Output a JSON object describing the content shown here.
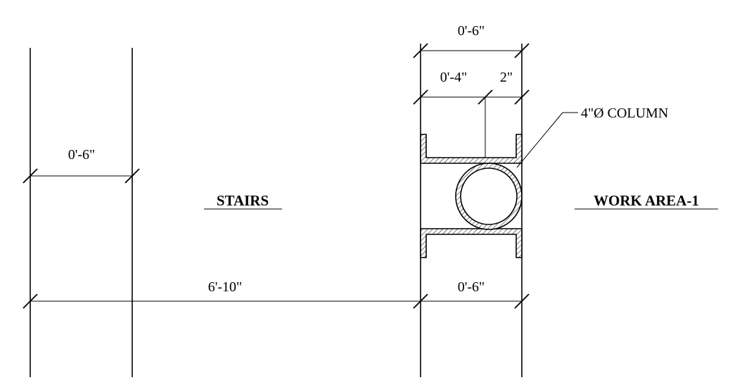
{
  "labels": {
    "room_stairs": "STAIRS",
    "room_work_area": "WORK AREA-1",
    "column_callout": "4\"Ø COLUMN"
  },
  "dimensions": {
    "left_wall": "0'-6\"",
    "overall_run": "6'-10\"",
    "column_top": "0'-6\"",
    "column_left_part": "0'-4\"",
    "column_right_part": "2\"",
    "column_bottom": "0'-6\""
  }
}
